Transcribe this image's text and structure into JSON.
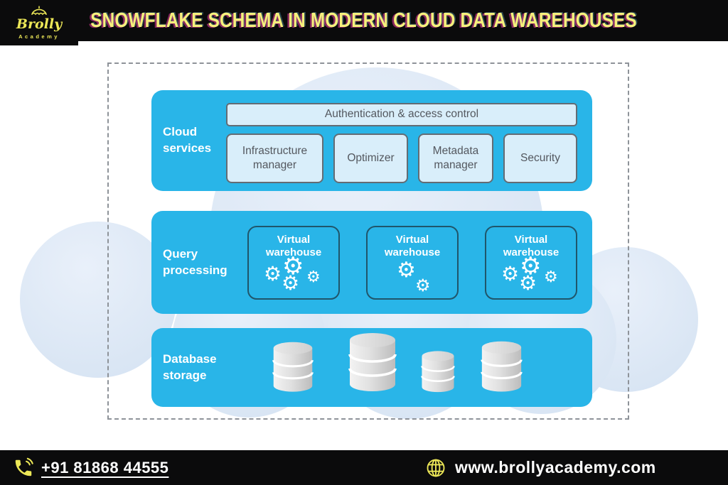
{
  "header": {
    "logo": {
      "brand": "Brolly",
      "subtitle": "Academy"
    },
    "title": "SNOWFLAKE SCHEMA IN MODERN CLOUD DATA WAREHOUSES"
  },
  "diagram": {
    "cloud_services": {
      "label": "Cloud services",
      "auth_bar": "Authentication & access control",
      "boxes": [
        "Infrastructure manager",
        "Optimizer",
        "Metadata manager",
        "Security"
      ]
    },
    "query_processing": {
      "label": "Query processing",
      "warehouse_label": "Virtual warehouse",
      "gear_counts": [
        4,
        2,
        4
      ]
    },
    "database_storage": {
      "label": "Database storage",
      "cylinder_count": 4
    }
  },
  "footer": {
    "phone": "+91 81868 44555",
    "website": "www.brollyacademy.com"
  },
  "icons": {
    "gear_glyph": "⚙"
  },
  "colors": {
    "panel_blue": "#29b5e8",
    "light_box_fill": "#d9eefa",
    "light_box_border": "#636c74",
    "warehouse_border": "#20566b",
    "title_yellow": "#f6f07c",
    "title_shadow_pink": "#ef3da3",
    "brand_yellow": "#ece757",
    "cloud_fill": "#dce8f6",
    "bar_black": "#0b0b0c"
  }
}
